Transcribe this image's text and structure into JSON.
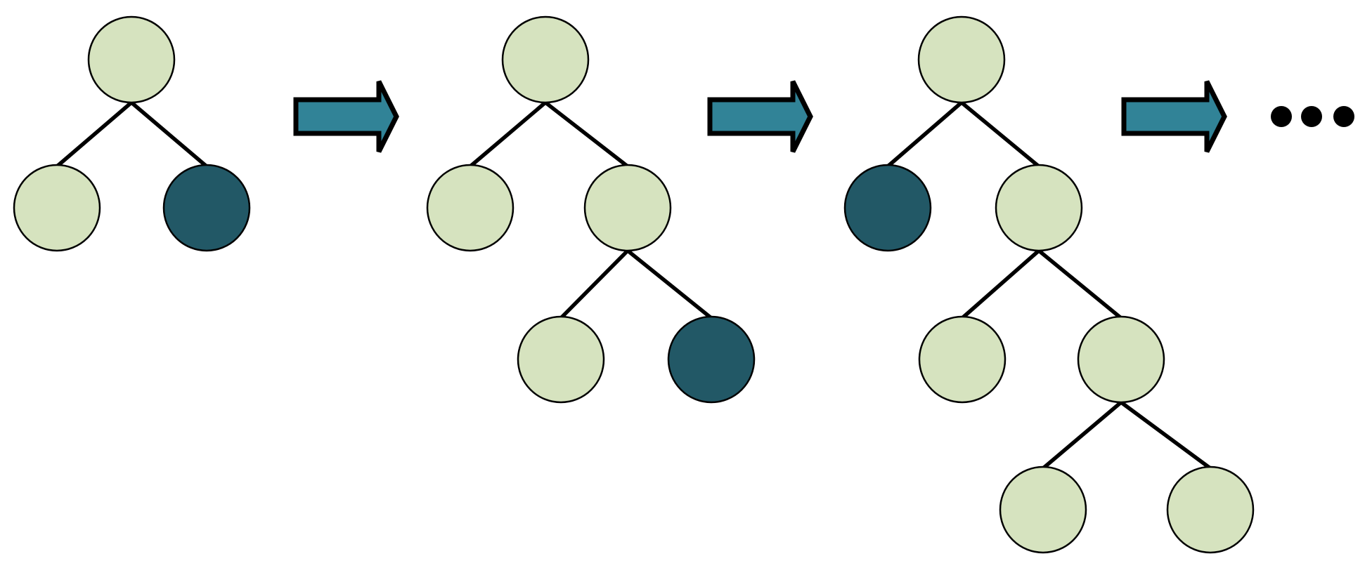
{
  "colors": {
    "node_light": "#d6e3bf",
    "node_dark": "#225866",
    "arrow_fill": "#318397",
    "line": "#000000"
  },
  "trees": [
    {
      "nodes": [
        {
          "id": "a",
          "dark": false
        },
        {
          "id": "b",
          "dark": false
        },
        {
          "id": "c",
          "dark": true
        }
      ],
      "edges": [
        [
          "a",
          "b"
        ],
        [
          "a",
          "c"
        ]
      ]
    },
    {
      "nodes": [
        {
          "id": "a",
          "dark": false
        },
        {
          "id": "b",
          "dark": false
        },
        {
          "id": "c",
          "dark": false
        },
        {
          "id": "d",
          "dark": false
        },
        {
          "id": "e",
          "dark": true
        }
      ],
      "edges": [
        [
          "a",
          "b"
        ],
        [
          "a",
          "c"
        ],
        [
          "c",
          "d"
        ],
        [
          "c",
          "e"
        ]
      ]
    },
    {
      "nodes": [
        {
          "id": "a",
          "dark": false
        },
        {
          "id": "b",
          "dark": true
        },
        {
          "id": "c",
          "dark": false
        },
        {
          "id": "d",
          "dark": false
        },
        {
          "id": "e",
          "dark": false
        },
        {
          "id": "f",
          "dark": false
        },
        {
          "id": "g",
          "dark": false
        }
      ],
      "edges": [
        [
          "a",
          "b"
        ],
        [
          "a",
          "c"
        ],
        [
          "c",
          "d"
        ],
        [
          "c",
          "e"
        ],
        [
          "e",
          "f"
        ],
        [
          "e",
          "g"
        ]
      ]
    }
  ],
  "arrows_count": 3,
  "ellipsis_dots": 3,
  "icons": {
    "transition": "right-arrow-icon",
    "continuation": "ellipsis-icon"
  }
}
